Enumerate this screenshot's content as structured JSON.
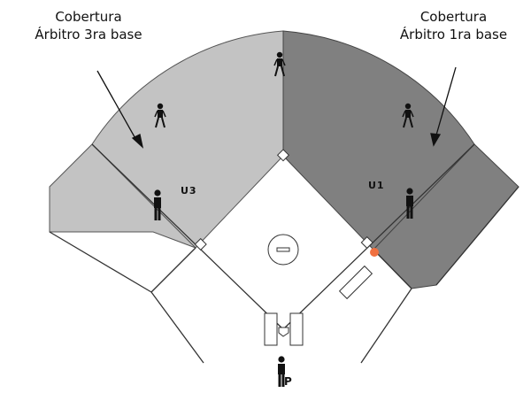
{
  "captions": {
    "left": {
      "line1": "Cobertura",
      "line2": "Árbitro 3ra base"
    },
    "right": {
      "line1": "Cobertura",
      "line2": "Árbitro 1ra base"
    }
  },
  "umpire_labels": {
    "third_base": "U3",
    "first_base": "U1",
    "plate": "P"
  },
  "colors": {
    "third_base_zone": "#c3c3c3",
    "first_base_zone": "#808080",
    "foul_lines": "#333333",
    "first_base_marker": "#f07040",
    "figures": "#111111"
  },
  "icons": [
    "umpire-figure-icon",
    "pitchers-rubber-icon",
    "arrow-icon"
  ]
}
